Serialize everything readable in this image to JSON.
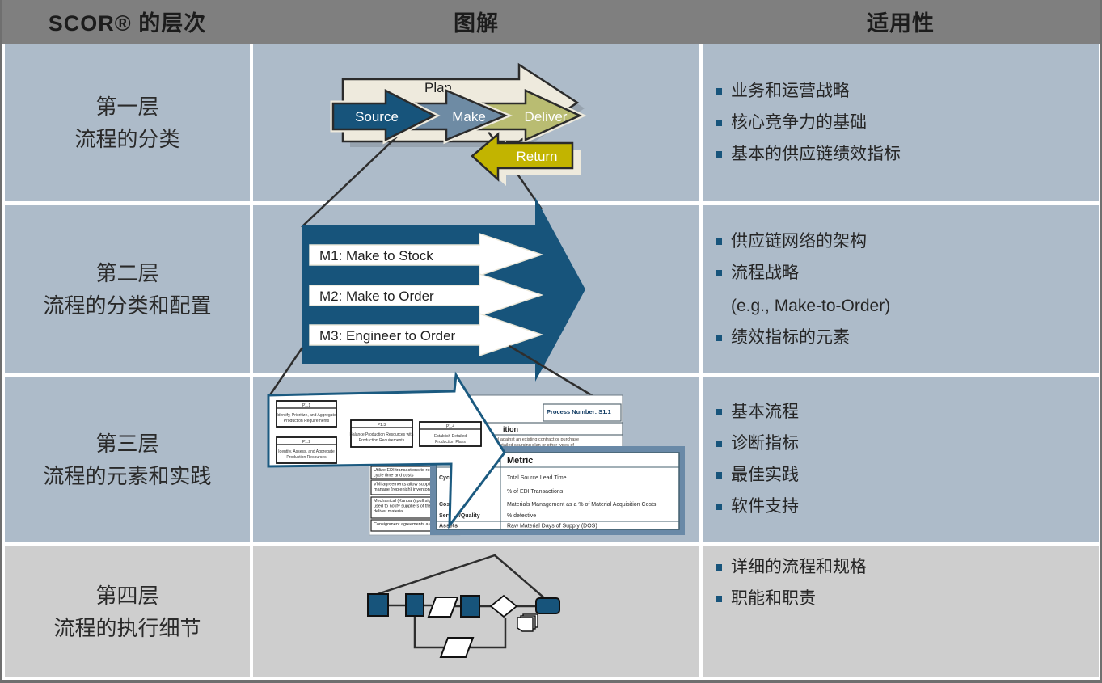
{
  "colors": {
    "header_bg": "#7f7f7f",
    "cell_blue_gray": "#adbbc9",
    "cell_light_gray": "#cecece",
    "dark_blue": "#17547b",
    "steel_blue": "#6e8ba4",
    "olive": "#b9bc72",
    "mustard": "#c2b400",
    "cream": "#eeeadd",
    "table_backing_blue": "#6989a7"
  },
  "header": {
    "levels": "SCOR® 的层次",
    "diagram": "图解",
    "applicability": "适用性"
  },
  "rows": [
    {
      "level_line1": "第一层",
      "level_line2": "流程的分类",
      "bullets": [
        {
          "text": "业务和运营战略"
        },
        {
          "text": "核心竞争力的基础"
        },
        {
          "text": "基本的供应链绩效指标"
        }
      ],
      "diagram": {
        "plan": "Plan",
        "source": "Source",
        "make": "Make",
        "deliver": "Deliver",
        "return_label": "Return"
      }
    },
    {
      "level_line1": "第二层",
      "level_line2": "流程的分类和配置",
      "bullets": [
        {
          "text": "供应链网络的架构"
        },
        {
          "text": "流程战略",
          "sub": "(e.g., Make-to-Order)"
        },
        {
          "text": "绩效指标的元素"
        }
      ],
      "diagram": {
        "m1": "M1: Make to Stock",
        "m2": "M2: Make to Order",
        "m3": "M3: Engineer to Order"
      }
    },
    {
      "level_line1": "第三层",
      "level_line2": "流程的元素和实践",
      "bullets": [
        {
          "text": "基本流程"
        },
        {
          "text": "诊断指标"
        },
        {
          "text": "最佳实践"
        },
        {
          "text": "软件支持"
        }
      ],
      "diagram": {
        "boxes": [
          {
            "id": "P1.1",
            "line1": "Identify, Prioritize, and Aggregate",
            "line2": "Production Requirements"
          },
          {
            "id": "P1.2",
            "line1": "Identify, Assess, and Aggregate",
            "line2": "Production Resources"
          },
          {
            "id": "P1.3",
            "line1": "Balance Production Resources with",
            "line2": "Production Requirements"
          },
          {
            "id": "P1.4",
            "line1": "Establish Detailed",
            "line2": "Production Plans"
          }
        ],
        "doc": {
          "process_number": "Process Number: S1.1",
          "section_title": "ition",
          "def_line1": "rial against an existing contract or purchase",
          "def_line2": "the detailed sourcing plan or other types of"
        },
        "practices": [
          {
            "l1": "Utilize EDI transactions to reduc",
            "l2": "cycle time and costs"
          },
          {
            "l1": "VMI agreements allow suppliers",
            "l2": "manage (replenish) inventory"
          },
          {
            "l1": "Mechanical (Kanban) pull signal",
            "l2": "used to notify suppliers of the n",
            "l3": "deliver material"
          },
          {
            "l1": "Consignment agreements are u"
          }
        ],
        "metrics": {
          "header": "Metric",
          "rows": [
            {
              "attr": "Cycle Time",
              "metric": "Total Source Lead Time"
            },
            {
              "attr": "",
              "metric": "% of EDI Transactions"
            },
            {
              "attr": "Cost",
              "metric": "Materials Management as a % of Material Acquisition Costs"
            },
            {
              "attr": "Service/Quality",
              "metric": "% defective"
            },
            {
              "attr": "Assets",
              "metric": "Raw Material Days of Supply (DOS)"
            }
          ]
        }
      }
    },
    {
      "level_line1": "第四层",
      "level_line2": "流程的执行细节",
      "bullets": [
        {
          "text": "详细的流程和规格"
        },
        {
          "text": "职能和职责"
        }
      ]
    }
  ]
}
